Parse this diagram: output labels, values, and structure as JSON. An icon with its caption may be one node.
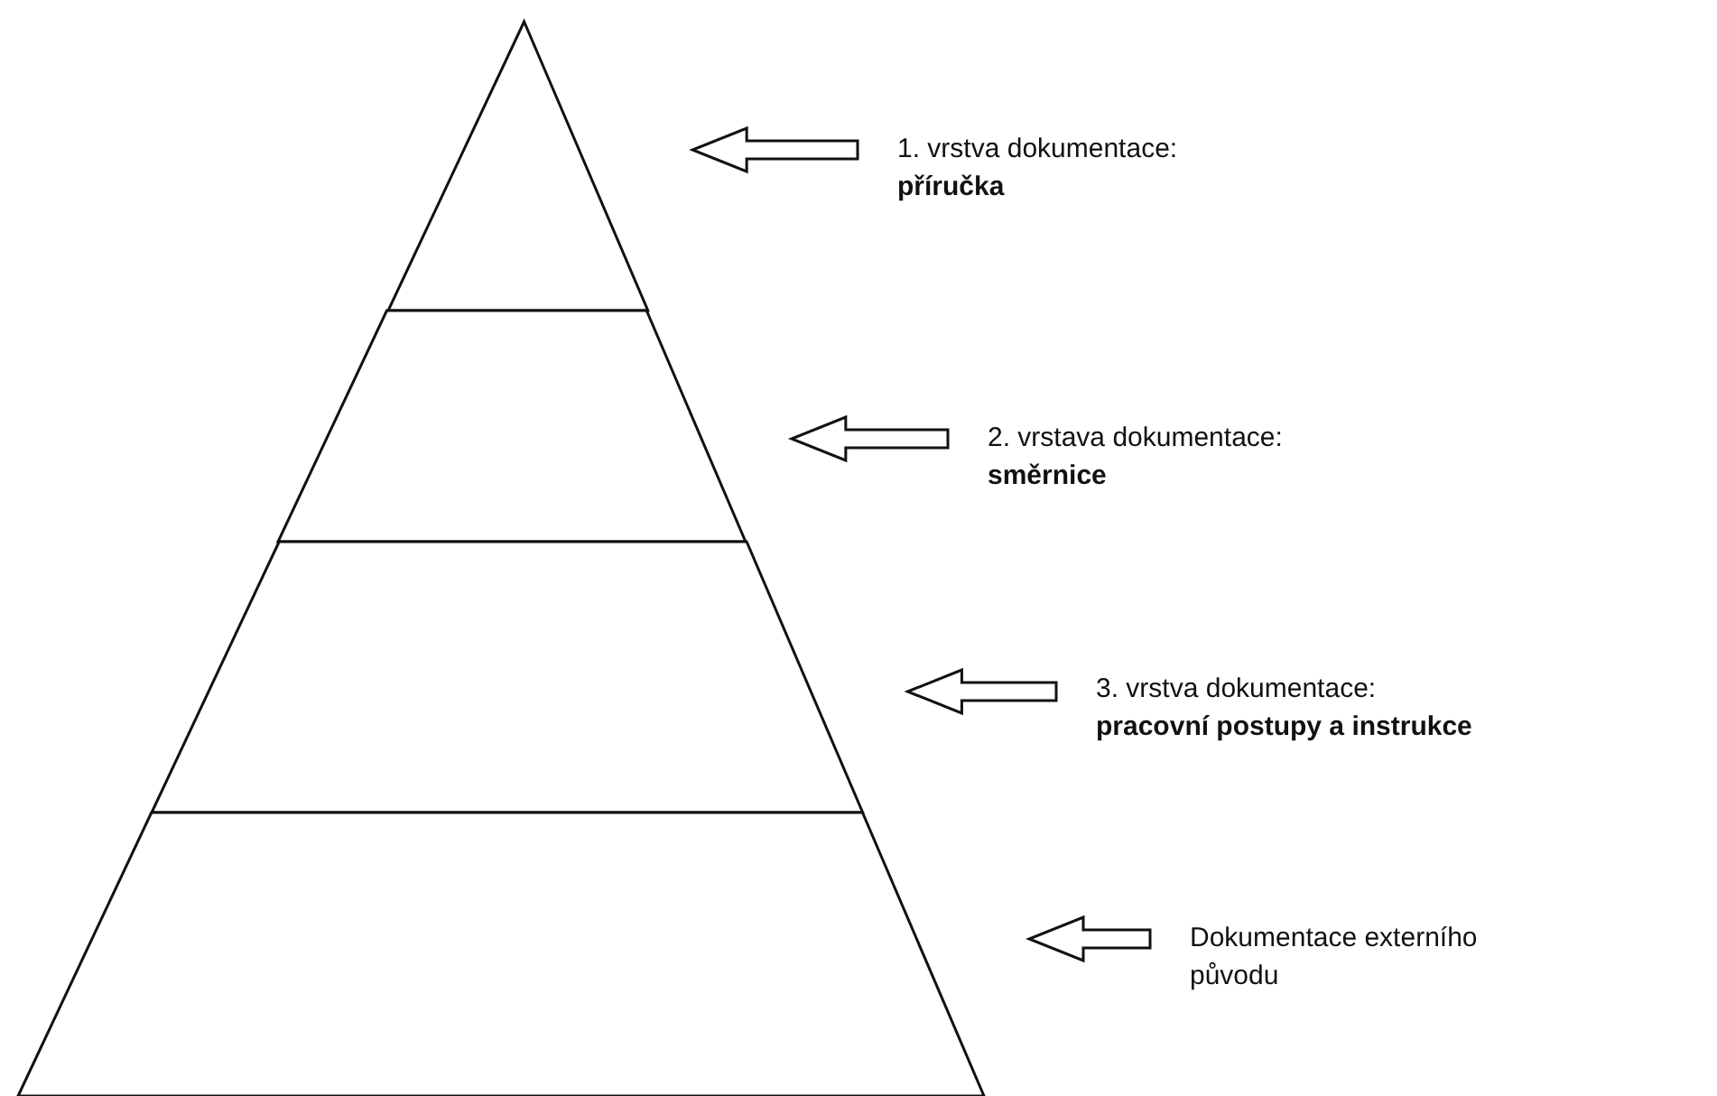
{
  "diagram": {
    "nodes": [
      {
        "text": [],
        "shape": "triangle"
      },
      {
        "text": [],
        "shape": "trapezoid"
      },
      {
        "text": [],
        "shape": "trapezoid"
      },
      {
        "text": [],
        "shape": "trapezoid"
      },
      {
        "text": [
          "1. vrstva dokumentace:",
          "příručka"
        ]
      },
      {
        "text": [
          "2. vrstava dokumentace:",
          "směrnice"
        ]
      },
      {
        "text": [
          "3. vrstva dokumentace:",
          "pracovní postupy a instrukce"
        ]
      },
      {
        "text": [
          "Dokumentace externího původu"
        ]
      }
    ],
    "edges": [
      {
        "from": 4,
        "to": 0,
        "arrow": "to"
      },
      {
        "from": 5,
        "to": 1,
        "arrow": "to"
      },
      {
        "from": 6,
        "to": 2,
        "arrow": "to"
      },
      {
        "from": 7,
        "to": 3,
        "arrow": "to"
      }
    ]
  }
}
